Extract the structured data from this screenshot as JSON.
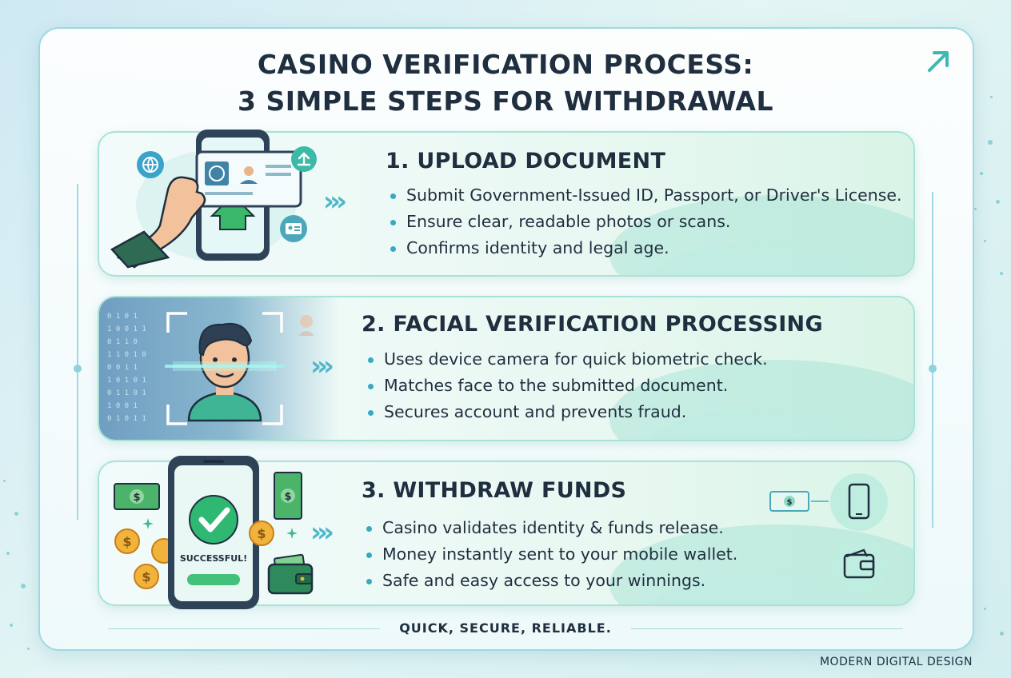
{
  "header": {
    "title_line1": "CASINO VERIFICATION PROCESS:",
    "title_line2": "3 SIMPLE STEPS FOR WITHDRAWAL"
  },
  "steps": [
    {
      "title": "1. UPLOAD DOCUMENT",
      "bullets": [
        "Submit Government-Issued ID, Passport, or Driver's License.",
        "Ensure clear, readable photos or scans.",
        "Confirms identity and legal age."
      ],
      "icons": [
        "hand-phone-id-icon",
        "globe-icon",
        "upload-icon",
        "id-card-icon"
      ]
    },
    {
      "title": "2. FACIAL VERIFICATION PROCESSING",
      "bullets": [
        "Uses device camera for quick biometric check.",
        "Matches face to the submitted document.",
        "Secures account and prevents fraud."
      ],
      "icons": [
        "face-scan-icon"
      ]
    },
    {
      "title": "3. WITHDRAW FUNDS",
      "bullets": [
        "Casino validates identity & funds release.",
        "Money instantly sent to your mobile wallet.",
        "Safe and easy access to your winnings."
      ],
      "phone_status": "SUCCESSFUL!",
      "icons": [
        "phone-check-icon",
        "coin-icon",
        "banknote-icon",
        "wallet-icon"
      ]
    }
  ],
  "footer": {
    "tagline": "QUICK, SECURE, RELIABLE.",
    "credit": "MODERN DIGITAL DESIGN"
  },
  "colors": {
    "accent": "#37a9c0",
    "success": "#2eb872",
    "text": "#1f2f3f",
    "panel_border": "#a7e3d6"
  }
}
